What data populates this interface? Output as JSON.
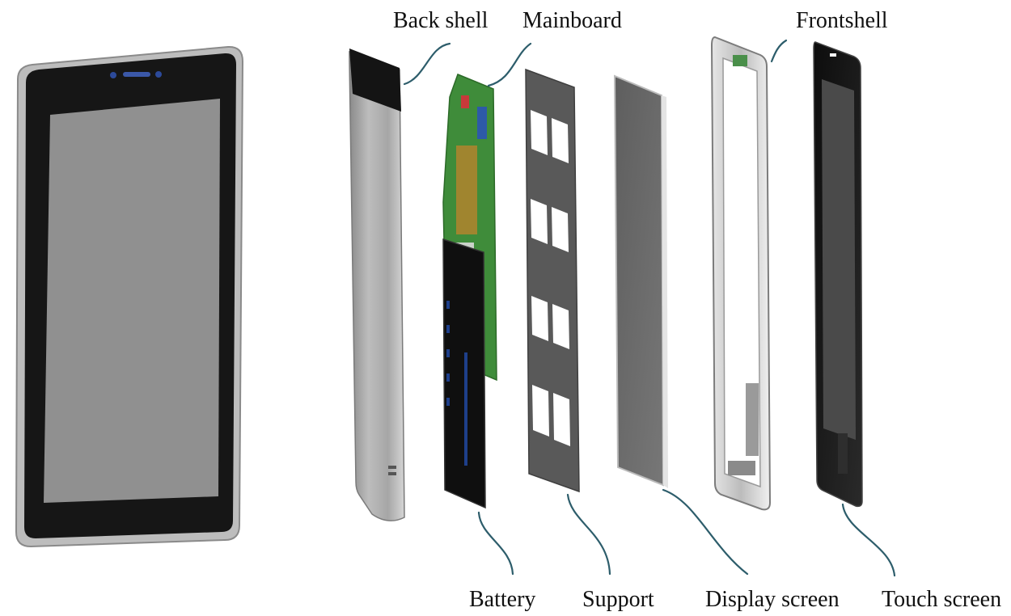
{
  "labels": {
    "back_shell": "Back shell",
    "mainboard": "Mainboard",
    "frontshell": "Frontshell",
    "battery": "Battery",
    "support": "Support",
    "display_screen": "Display screen",
    "touch_screen": "Touch screen"
  },
  "colors": {
    "leader_line": "#2d5d6b",
    "bezel": "#1a1a1a",
    "screen": "#8f8f8f",
    "frame": "#c8c8c8",
    "pcb": "#3f8c3a",
    "battery": "#111111",
    "support": "#555555",
    "display": "#6b6b6b"
  }
}
